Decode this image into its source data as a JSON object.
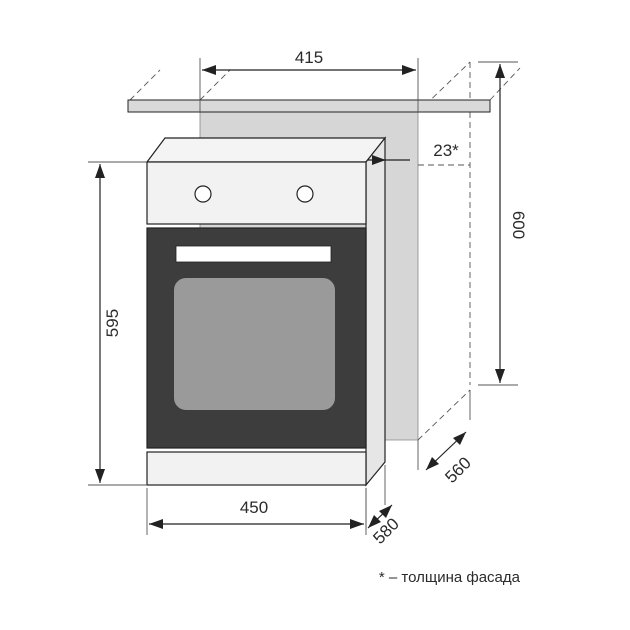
{
  "dimensions": {
    "niche_width": "415",
    "facade_thickness": "23*",
    "niche_height": "600",
    "oven_height": "595",
    "oven_width": "450",
    "niche_depth": "560",
    "oven_depth": "580"
  },
  "footnote": "* – толщина фасада",
  "colors": {
    "countertop": "#d9d9d9",
    "niche_wall": "#d6d6d6",
    "oven_body": "#f2f2f2",
    "oven_door": "#3d3d3d",
    "oven_window": "#9a9a9a",
    "outline": "#222222"
  }
}
